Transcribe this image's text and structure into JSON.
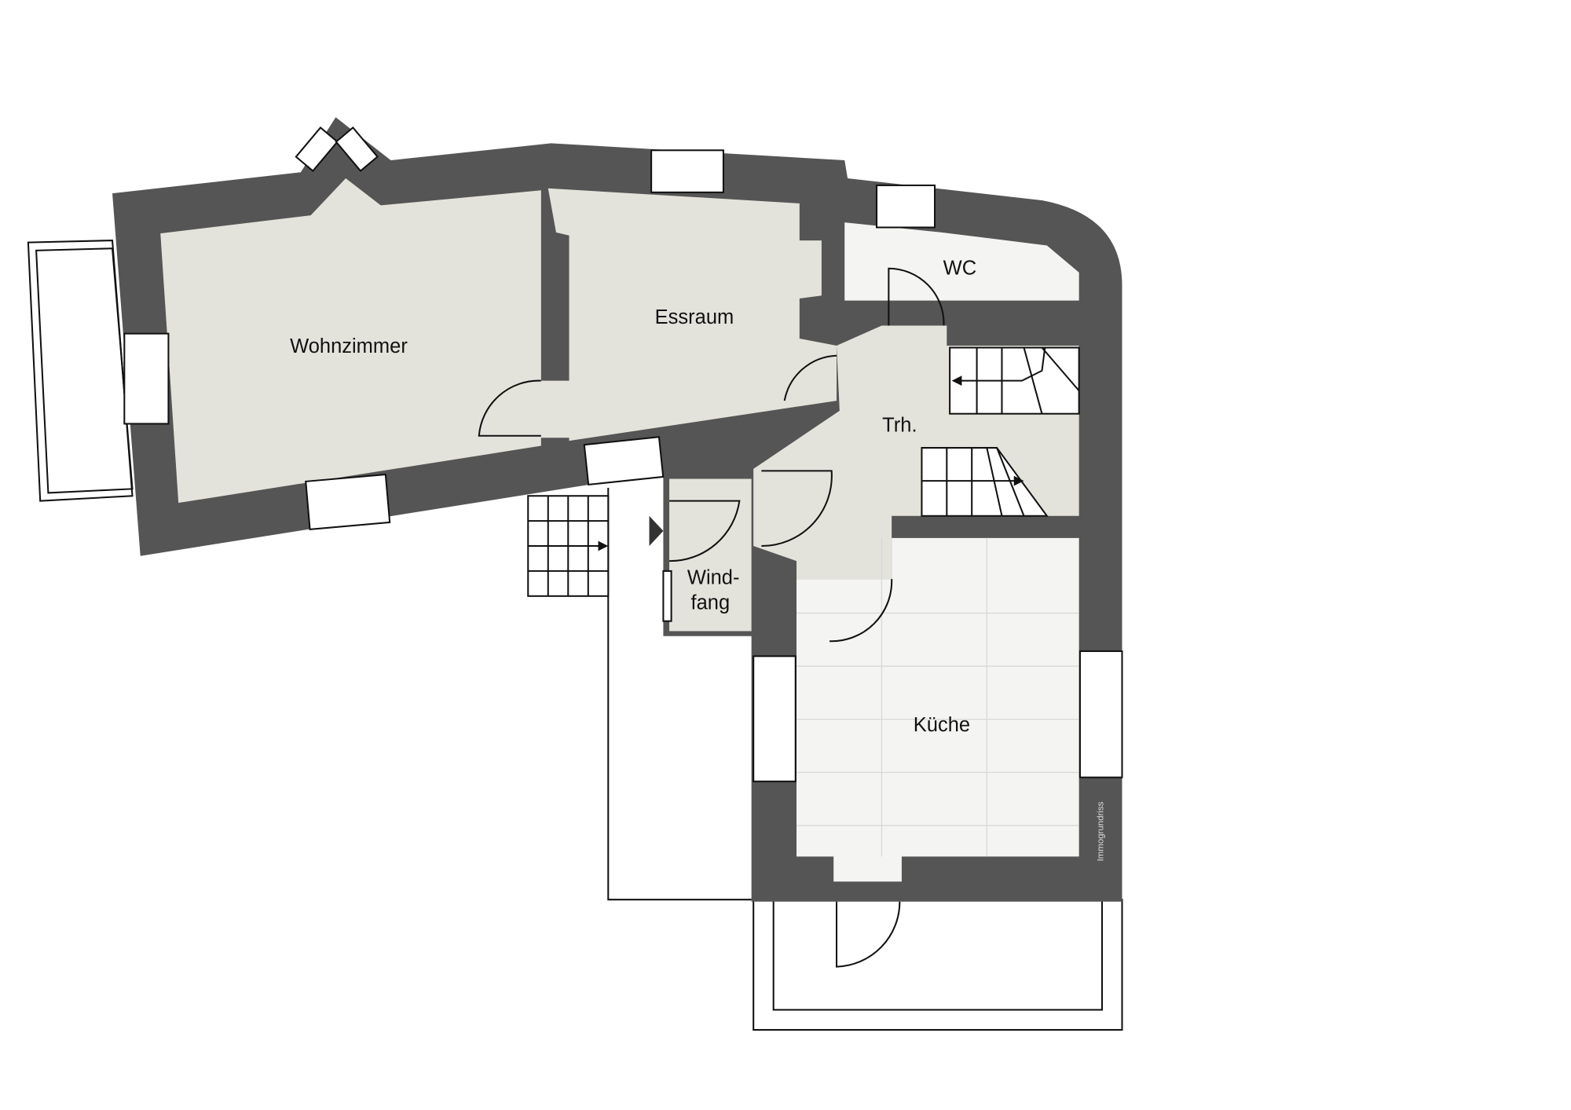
{
  "plan": {
    "rooms": {
      "wohnzimmer": "Wohnzimmer",
      "essraum": "Essraum",
      "wc": "WC",
      "treppenhaus": "Trh.",
      "windfang_line1": "Wind-",
      "windfang_line2": "fang",
      "kueche": "Küche"
    },
    "watermark": "Immogrundriss",
    "colors": {
      "wall": "#555555",
      "floor": "#e4e3db",
      "tile": "#f4f4f2"
    }
  }
}
